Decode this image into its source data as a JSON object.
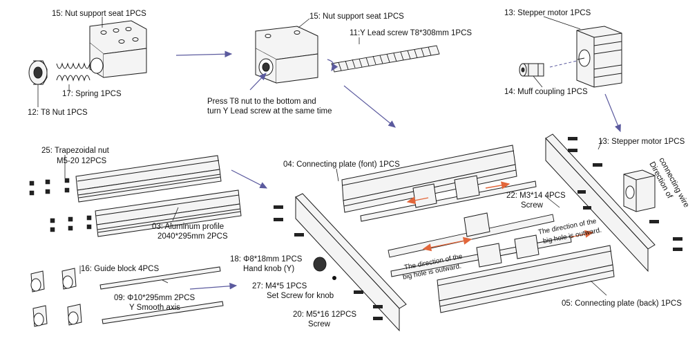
{
  "labels": {
    "nut_seat_1": "15: Nut support seat 1PCS",
    "spring": "17: Spring 1PCS",
    "t8_nut": "12: T8 Nut 1PCS",
    "nut_seat_2": "15: Nut support seat 1PCS",
    "lead_screw": "11:Y Lead screw T8*308mm 1PCS",
    "press_note_1": "Press T8 nut to the bottom and",
    "press_note_2": "turn Y Lead screw at the same time",
    "stepper_1": "13: Stepper motor 1PCS",
    "muff": "14: Muff coupling 1PCS",
    "stepper_2": "13: Stepper motor 1PCS",
    "wire_dir_1": "Direction of",
    "wire_dir_2": "connecting wire",
    "trap_nut_1": "25: Trapezoidal nut",
    "trap_nut_2": "M5-20 12PCS",
    "plate_front": "04: Connecting plate (font) 1PCS",
    "m3_screw_1": "22: M3*14 4PCS",
    "m3_screw_2": "Screw",
    "profile_1": "03: Aluminum profile",
    "profile_2": "2040*295mm 2PCS",
    "big_hole_1a": "The direction of the",
    "big_hole_1b": "big hole is outward.",
    "big_hole_2a": "The direction of the",
    "big_hole_2b": "big hole is outward.",
    "knob_1": "18: Φ8*18mm 1PCS",
    "knob_2": "Hand knob (Y)",
    "guide_block": "16: Guide block 4PCS",
    "set_screw_1": "27: M4*5 1PCS",
    "set_screw_2": "Set Screw for knob",
    "smooth_1": "09: Φ10*295mm 2PCS",
    "smooth_2": "Y Smooth axis",
    "m5_screw_1": "20: M5*16 12PCS",
    "m5_screw_2": "Screw",
    "plate_back": "05: Connecting plate (back) 1PCS"
  },
  "colors": {
    "line": "#1a1a1a",
    "arrow": "#5b5a9e",
    "direction_arrow": "#e2663a",
    "part_fill": "#f4f4f4"
  }
}
